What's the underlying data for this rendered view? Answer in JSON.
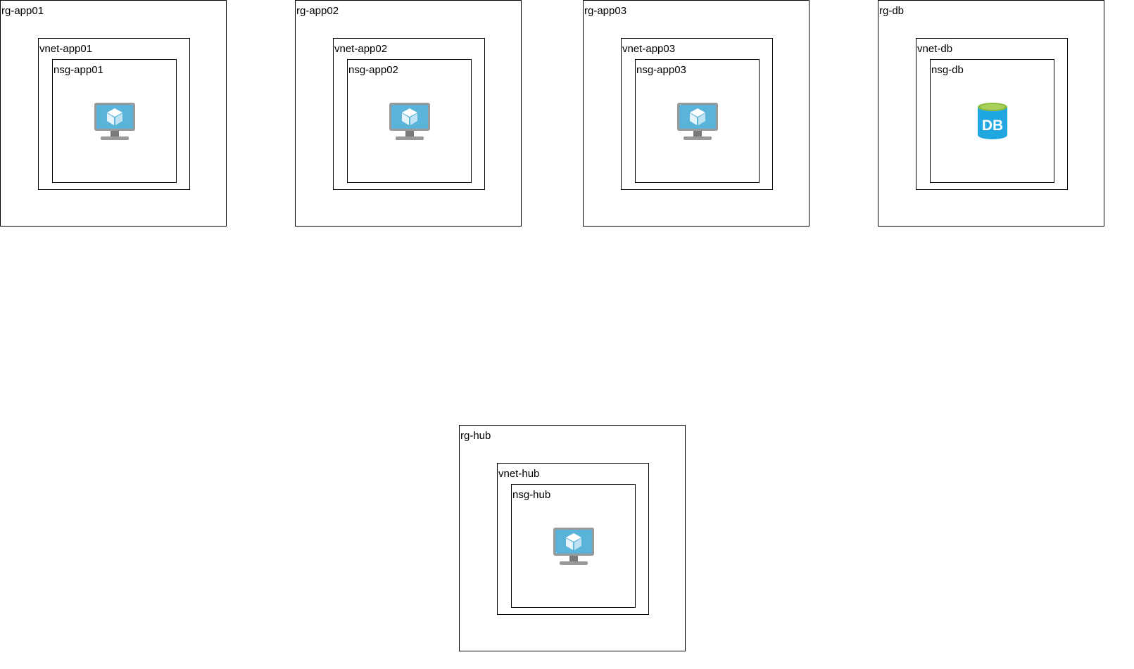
{
  "groups": [
    {
      "rg": "rg-app01",
      "vnet": "vnet-app01",
      "nsg": "nsg-app01",
      "resource_icon": "virtual-machine-icon"
    },
    {
      "rg": "rg-app02",
      "vnet": "vnet-app02",
      "nsg": "nsg-app02",
      "resource_icon": "virtual-machine-icon"
    },
    {
      "rg": "rg-app03",
      "vnet": "vnet-app03",
      "nsg": "nsg-app03",
      "resource_icon": "virtual-machine-icon"
    },
    {
      "rg": "rg-db",
      "vnet": "vnet-db",
      "nsg": "nsg-db",
      "resource_icon": "database-icon",
      "resource_text": "DB"
    },
    {
      "rg": "rg-hub",
      "vnet": "vnet-hub",
      "nsg": "nsg-hub",
      "resource_icon": "virtual-machine-icon"
    }
  ],
  "colors": {
    "border": "#000000",
    "vm_screen": "#5ab4da",
    "vm_frame": "#999999",
    "db_body": "#1fa8e0",
    "db_top": "#8dbd3e"
  }
}
